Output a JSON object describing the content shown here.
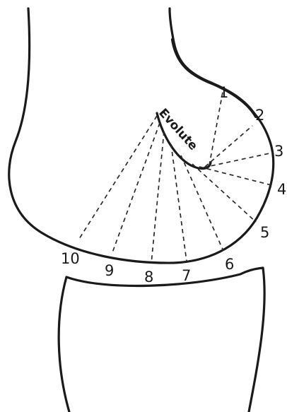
{
  "diagram": {
    "evolute_label": "Evolute",
    "points": [
      {
        "label": "1"
      },
      {
        "label": "2"
      },
      {
        "label": "3"
      },
      {
        "label": "4"
      },
      {
        "label": "5"
      },
      {
        "label": "6"
      },
      {
        "label": "7"
      },
      {
        "label": "8"
      },
      {
        "label": "9"
      },
      {
        "label": "10"
      }
    ]
  }
}
